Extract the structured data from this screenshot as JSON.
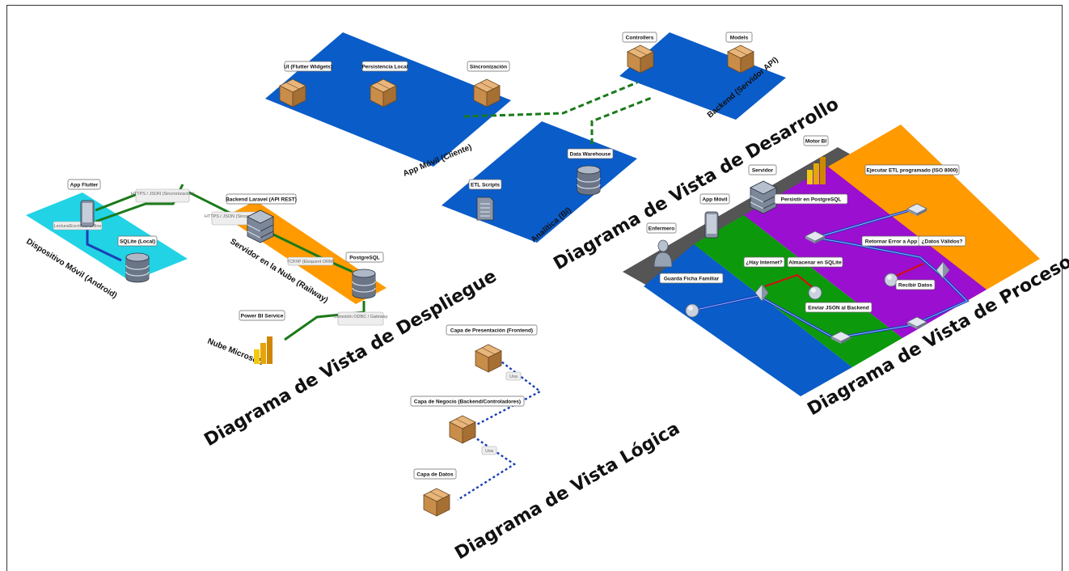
{
  "titles": {
    "deploy": "Diagrama de Vista de Despliegue",
    "dev": "Diagrama de Vista de Desarrollo",
    "logic": "Diagrama de Vista Lógica",
    "process": "Diagrama de Vista de Procesos"
  },
  "zones": {
    "app_movil": "App Móvil (Cliente)",
    "backend_api": "Backend (Servidor API)",
    "analitica": "Analítica (BI)",
    "dispositivo": "Dispositivo Móvil (Android)",
    "servidor_nube": "Servidor en la Nube (Railway)",
    "nube_ms": "Nube Microsoft"
  },
  "nodes": {
    "ui_flutter": "UI (Flutter Widgets)",
    "persistencia": "Persistencia Local",
    "sincronizacion": "Sincronización",
    "controllers": "Controllers",
    "models": "Models",
    "etl_scripts": "ETL Scripts",
    "data_warehouse": "Data Warehouse",
    "app_flutter": "App Flutter",
    "sqlite_local": "SQLite (Local)",
    "backend_laravel": "Backend Laravel (API REST)",
    "postgresql": "PostgreSQL",
    "powerbi_service": "Power BI Service",
    "capa_presentacion": "Capa de Presentación (Frontend)",
    "capa_negocio": "Capa de Negocio (Backend/Controladores)",
    "capa_datos": "Capa de Datos",
    "enfermero": "Enfermero",
    "app_movil": "App Móvil",
    "servidor": "Servidor",
    "motor_bi": "Motor BI",
    "ejecutar_etl": "Ejecutar ETL programado (ISO 8000)",
    "persistir": "Persistir en PostgreSQL",
    "retornar_error": "Retornar Error a App",
    "datos_validos": "¿Datos Válidos?",
    "hay_internet": "¿Hay Internet?",
    "almacenar_sqlite": "Almacenar en SQLite",
    "guarda_ficha": "Guarda Ficha Familiar",
    "recibir_datos": "Recibir Datos",
    "enviar_json": "Enviar JSON al Backend"
  },
  "edges": {
    "https_json_1": "HTTPS / JSON (Sincronización)",
    "https_json_2": "HTTPS / JSON (Sincronización)",
    "lectura_escritura": "Lectura/Escritura Offline",
    "tcpip": "TCP/IP (Eloquent ORM)",
    "conexion_odbc": "Conexión ODBC / Gateway",
    "usa_1": "Usa",
    "usa_2": "Usa"
  },
  "colors": {
    "blue": "#0a5cc8",
    "cyan": "#22d3e6",
    "orange": "#ff9a00",
    "green": "#0c9a0c",
    "purple": "#9b0fd1",
    "darkgray": "#555555",
    "edge_green": "#1a7a1a",
    "edge_blue": "#1a3fb5"
  }
}
